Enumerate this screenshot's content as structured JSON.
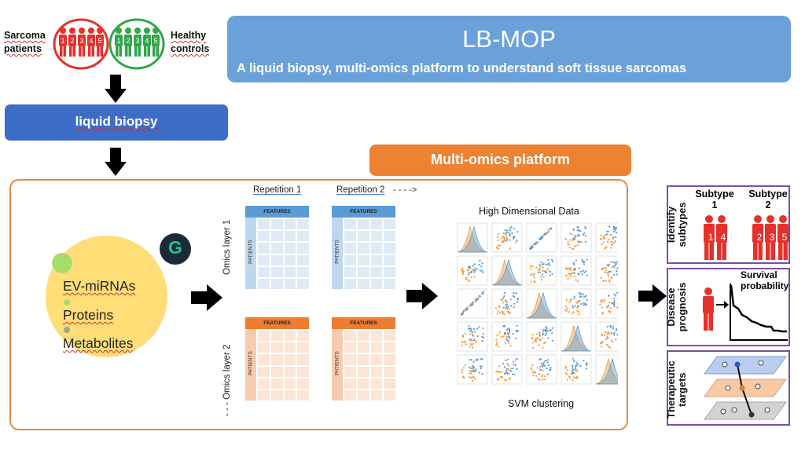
{
  "groups": {
    "patients_label_1": "Sarcoma",
    "patients_label_2": "patients",
    "controls_label_1": "Healthy",
    "controls_label_2": "controls",
    "patients_color": "#e5312b",
    "controls_color": "#2fa74a"
  },
  "title": {
    "main": "LB-MOP",
    "subtitle": "A liquid biopsy, multi-omics platform to understand soft tissue sarcomas"
  },
  "liquid_biopsy": {
    "label": "liquid biopsy"
  },
  "multi_omics": {
    "label": "Multi-omics platform"
  },
  "samples": {
    "items": [
      "EV-miRNAs",
      "Proteins",
      "Metabolites"
    ]
  },
  "badge": {
    "letter": "G"
  },
  "matrices": {
    "repetition_1": "Repetition 1",
    "repetition_2": "Repetition 2",
    "repetition_more": "- - - ->",
    "layer_1": "Omics layer 1",
    "layer_2": "- - - Omics layer 2",
    "features": "FEATURES",
    "patients": "PATIENTS",
    "blue_head": "#5b9bd5",
    "blue_side": "#bdd7ee",
    "blue_cell": "#deebf7",
    "orange_head": "#ed7d31",
    "orange_side": "#f8cbad",
    "orange_cell": "#fbe5d6"
  },
  "analysis": {
    "title": "High Dimensional Data",
    "footer": "SVM clustering",
    "series_colors": [
      "#f39a3c",
      "#5b9bd5"
    ]
  },
  "outcomes": {
    "identify": {
      "label_1": "Identify",
      "label_2": "subtypes",
      "subtype_1_title_1": "Subtype",
      "subtype_1_title_2": "1",
      "subtype_2_title_1": "Subtype",
      "subtype_2_title_2": "2",
      "subtype_1_numbers": [
        "1",
        "4"
      ],
      "subtype_2_numbers": [
        "2",
        "3",
        "5"
      ]
    },
    "prognosis": {
      "label_1": "Disease",
      "label_2": "prognosis",
      "curve_title_1": "Survival",
      "curve_title_2": "probability"
    },
    "targets": {
      "label_1": "Therapeutic",
      "label_2": "targets"
    },
    "panel_border": "#7b4fa0",
    "person_color": "#e5312b"
  }
}
